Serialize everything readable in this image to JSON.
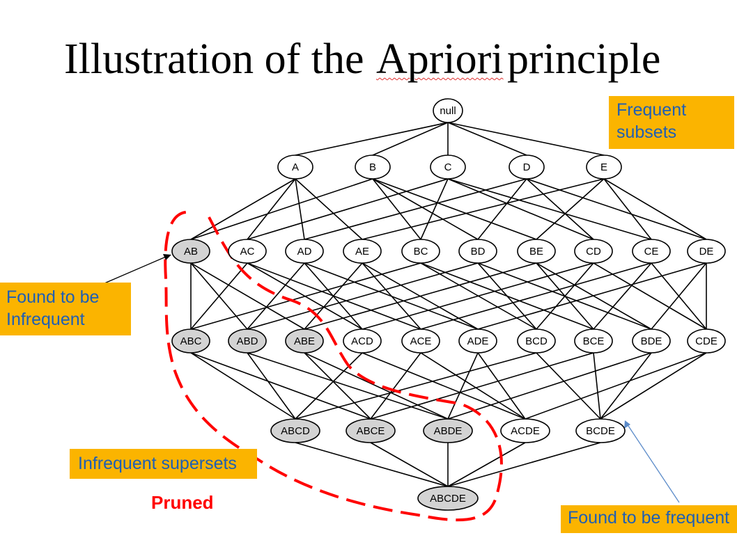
{
  "title": {
    "part1": "Illustration of the",
    "part2": "Apriori",
    "part3": "principle"
  },
  "callouts": {
    "frequent_subsets": "Frequent subsets",
    "found_infrequent": "Found to be Infrequent",
    "infrequent_supersets": "Infrequent supersets",
    "found_frequent": "Found to be frequent",
    "pruned": "Pruned"
  },
  "colors": {
    "callout_fill": "#fbb400",
    "callout_text": "#1f5fb4",
    "pruned_node_fill": "#d3d3d3",
    "pruned_boundary": "#ff0000"
  },
  "lattice": {
    "root": "null",
    "level1": [
      "A",
      "B",
      "C",
      "D",
      "E"
    ],
    "level2": [
      "AB",
      "AC",
      "AD",
      "AE",
      "BC",
      "BD",
      "BE",
      "CD",
      "CE",
      "DE"
    ],
    "level3": [
      "ABC",
      "ABD",
      "ABE",
      "ACD",
      "ACE",
      "ADE",
      "BCD",
      "BCE",
      "BDE",
      "CDE"
    ],
    "level4": [
      "ABCD",
      "ABCE",
      "ABDE",
      "ACDE",
      "BCDE"
    ],
    "level5": [
      "ABCDE"
    ],
    "pruned_itemsets": [
      "AB",
      "ABC",
      "ABD",
      "ABE",
      "ABCD",
      "ABCE",
      "ABDE",
      "ABCDE"
    ]
  }
}
